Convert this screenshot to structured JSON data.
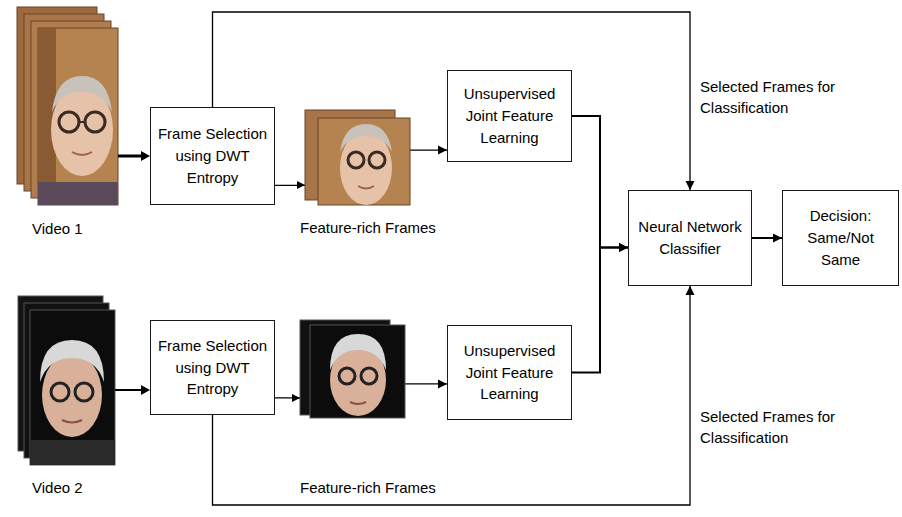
{
  "diagram": {
    "nodes": [
      {
        "text": [
          "Frame Selection using DWT Entropy"
        ]
      },
      {
        "text": [
          "Unsupervised Joint Feature Learning"
        ]
      },
      {
        "text": [
          "Neural Network Classifier"
        ]
      },
      {
        "text": [
          "Decision: Same/Not Same"
        ]
      },
      {
        "text": [
          "Frame Selection using DWT Entropy"
        ]
      },
      {
        "text": [
          "Unsupervised Joint Feature Learning"
        ]
      }
    ],
    "edges": [
      {
        "from": 0,
        "to": 1,
        "arrow": "to"
      },
      {
        "from": 1,
        "to": 2,
        "arrow": "to"
      },
      {
        "from": 5,
        "to": 2,
        "arrow": "to"
      },
      {
        "from": 0,
        "to": 2,
        "arrow": "to"
      },
      {
        "from": 4,
        "to": 2,
        "arrow": "to"
      },
      {
        "from": 2,
        "to": 3,
        "arrow": "to"
      },
      {
        "from": 4,
        "to": 5,
        "arrow": "to"
      }
    ],
    "labels": [
      "Selected Frames for Classification",
      "Video 1",
      "Feature-rich Frames",
      "Selected Frames for Classification",
      "Video 2",
      "Feature-rich Frames"
    ]
  }
}
